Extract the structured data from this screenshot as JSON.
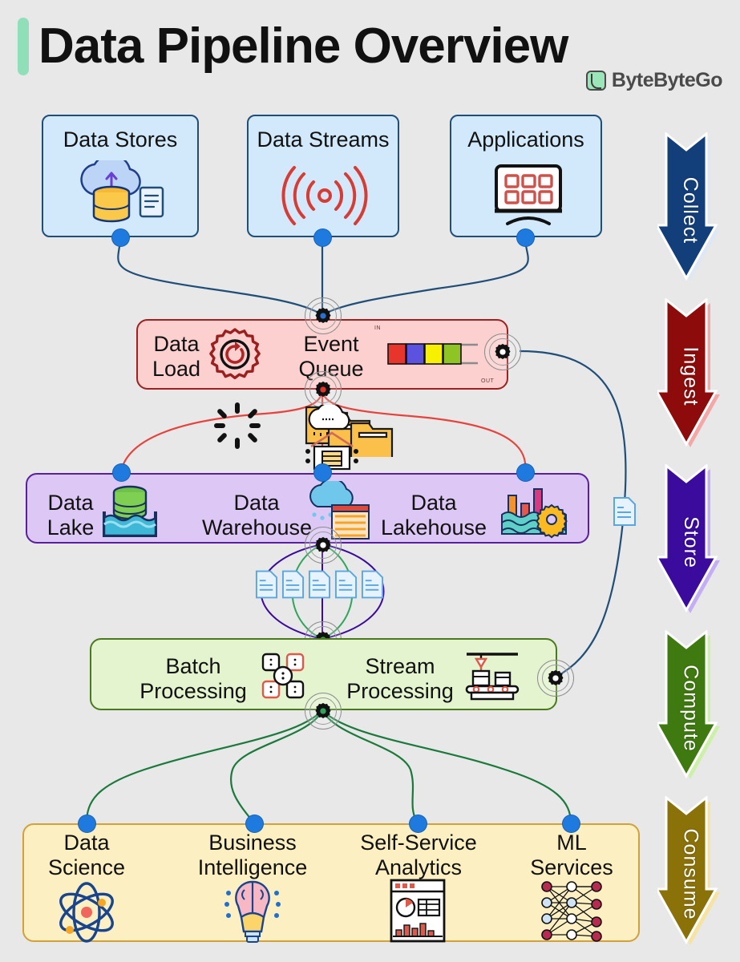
{
  "header": {
    "title": "Data Pipeline Overview",
    "brand": "ByteByteGo",
    "accent_color": "#8fe0b8"
  },
  "sources": {
    "section_name": "Collect",
    "items": [
      {
        "label": "Data Stores",
        "icon": "cloud-database-icon"
      },
      {
        "label": "Data Streams",
        "icon": "signal-waves-icon"
      },
      {
        "label": "Applications",
        "icon": "monitor-apps-icon"
      }
    ]
  },
  "ingest": {
    "section_name": "Ingest",
    "color": "#fbd0cf",
    "items": [
      {
        "label": "Data\nLoad",
        "label_line1": "Data",
        "label_line2": "Load",
        "icon": "refresh-gear-icon"
      },
      {
        "label": "Event\nQueue",
        "label_line1": "Event",
        "label_line2": "Queue",
        "icon": "queue-blocks-icon"
      }
    ],
    "queue": {
      "in_label": "IN",
      "out_label": "OUT",
      "blocks": [
        "#e8352b",
        "#5b52e0",
        "#f7f000",
        "#8ec424"
      ]
    }
  },
  "store": {
    "section_name": "Store",
    "color": "#dcc7f5",
    "items": [
      {
        "label_line1": "Data",
        "label_line2": "Lake",
        "icon": "database-water-icon"
      },
      {
        "label_line1": "Data",
        "label_line2": "Warehouse",
        "icon": "cloud-warehouse-icon"
      },
      {
        "label_line1": "Data",
        "label_line2": "Lakehouse",
        "icon": "factory-gear-water-icon"
      }
    ]
  },
  "compute": {
    "section_name": "Compute",
    "color": "#e4f4ce",
    "items": [
      {
        "label_line1": "Batch",
        "label_line2": "Processing",
        "icon": "batch-nodes-icon"
      },
      {
        "label_line1": "Stream",
        "label_line2": "Processing",
        "icon": "conveyor-belt-icon"
      }
    ]
  },
  "consume": {
    "section_name": "Consume",
    "color": "#fcefc2",
    "items": [
      {
        "label_line1": "Data",
        "label_line2": "Science",
        "icon": "atom-icon"
      },
      {
        "label_line1": "Business",
        "label_line2": "Intelligence",
        "icon": "brain-bulb-icon"
      },
      {
        "label_line1": "Self-Service",
        "label_line2": "Analytics",
        "icon": "dashboard-report-icon"
      },
      {
        "label_line1": "ML",
        "label_line2": "Services",
        "icon": "neural-network-icon"
      }
    ]
  },
  "stages": [
    {
      "label": "Collect",
      "fill": "#123f7a",
      "shadow": "#dfe7f2"
    },
    {
      "label": "Ingest",
      "fill": "#8e0b0b",
      "shadow": "#f4a7a7"
    },
    {
      "label": "Store",
      "fill": "#3b0b9e",
      "shadow": "#c3aef5"
    },
    {
      "label": "Compute",
      "fill": "#3f7a10",
      "shadow": "#cdf0a8"
    },
    {
      "label": "Consume",
      "fill": "#8a7208",
      "shadow": "#f7e3a0"
    }
  ],
  "decorations": [
    {
      "icon": "loading-spinner-icon"
    },
    {
      "icon": "cloud-warehouse-icon"
    },
    {
      "icon": "folders-icon"
    },
    {
      "icon": "document-icon"
    }
  ],
  "documents": {
    "between_store_and_compute_count": 5,
    "icon": "document-icon"
  }
}
